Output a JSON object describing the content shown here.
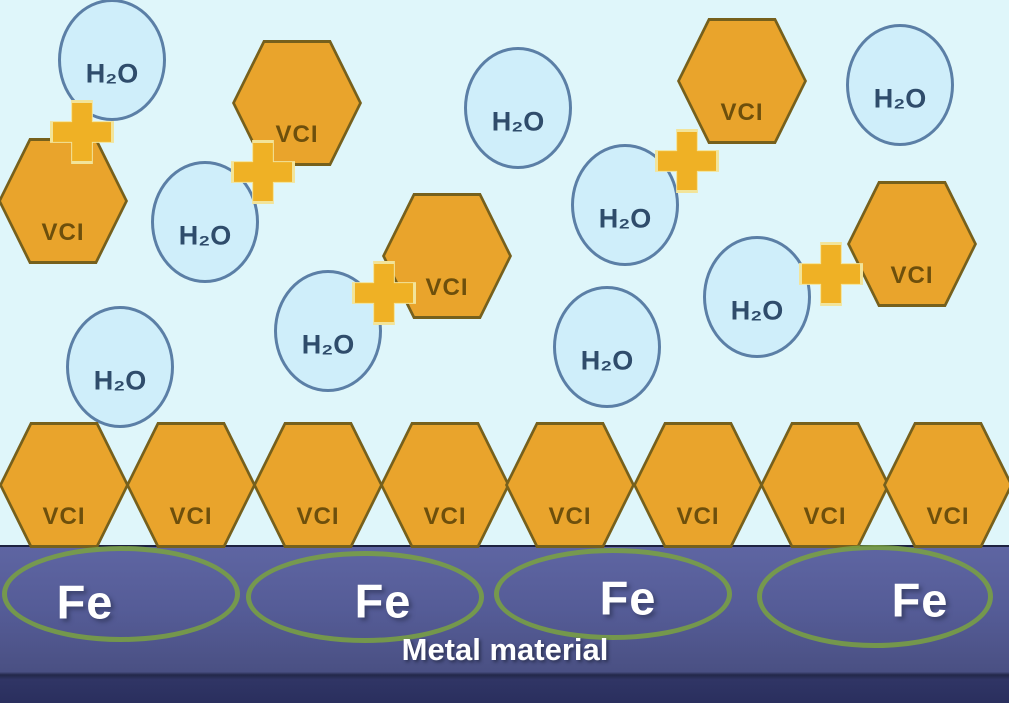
{
  "labels": {
    "water": "H₂O",
    "vci": "VCI",
    "fe": "Fe",
    "metal_caption": "Metal material"
  },
  "icons": {
    "plus": "bond-plus-cross"
  },
  "colors": {
    "background": "#dff6fa",
    "water_fill": "#cfeefa",
    "water_border": "#5b7fa6",
    "water_text": "#2f4c6b",
    "vci_fill": "#e9a42c",
    "vci_border": "#76601c",
    "vci_text": "#6d4f0c",
    "plus_fill": "#efb125",
    "plus_edge": "#f2e49a",
    "metal_bar_top": "#5e65a2",
    "metal_bar_bottom": "#2a2f5e",
    "fe_ring": "#7aa241",
    "fe_text": "#ffffff"
  },
  "counts": {
    "water_molecules": 9,
    "vci_floating": 5,
    "vci_surface_layer": 8,
    "bond_plus_icons": 5,
    "fe_sites": 4
  }
}
